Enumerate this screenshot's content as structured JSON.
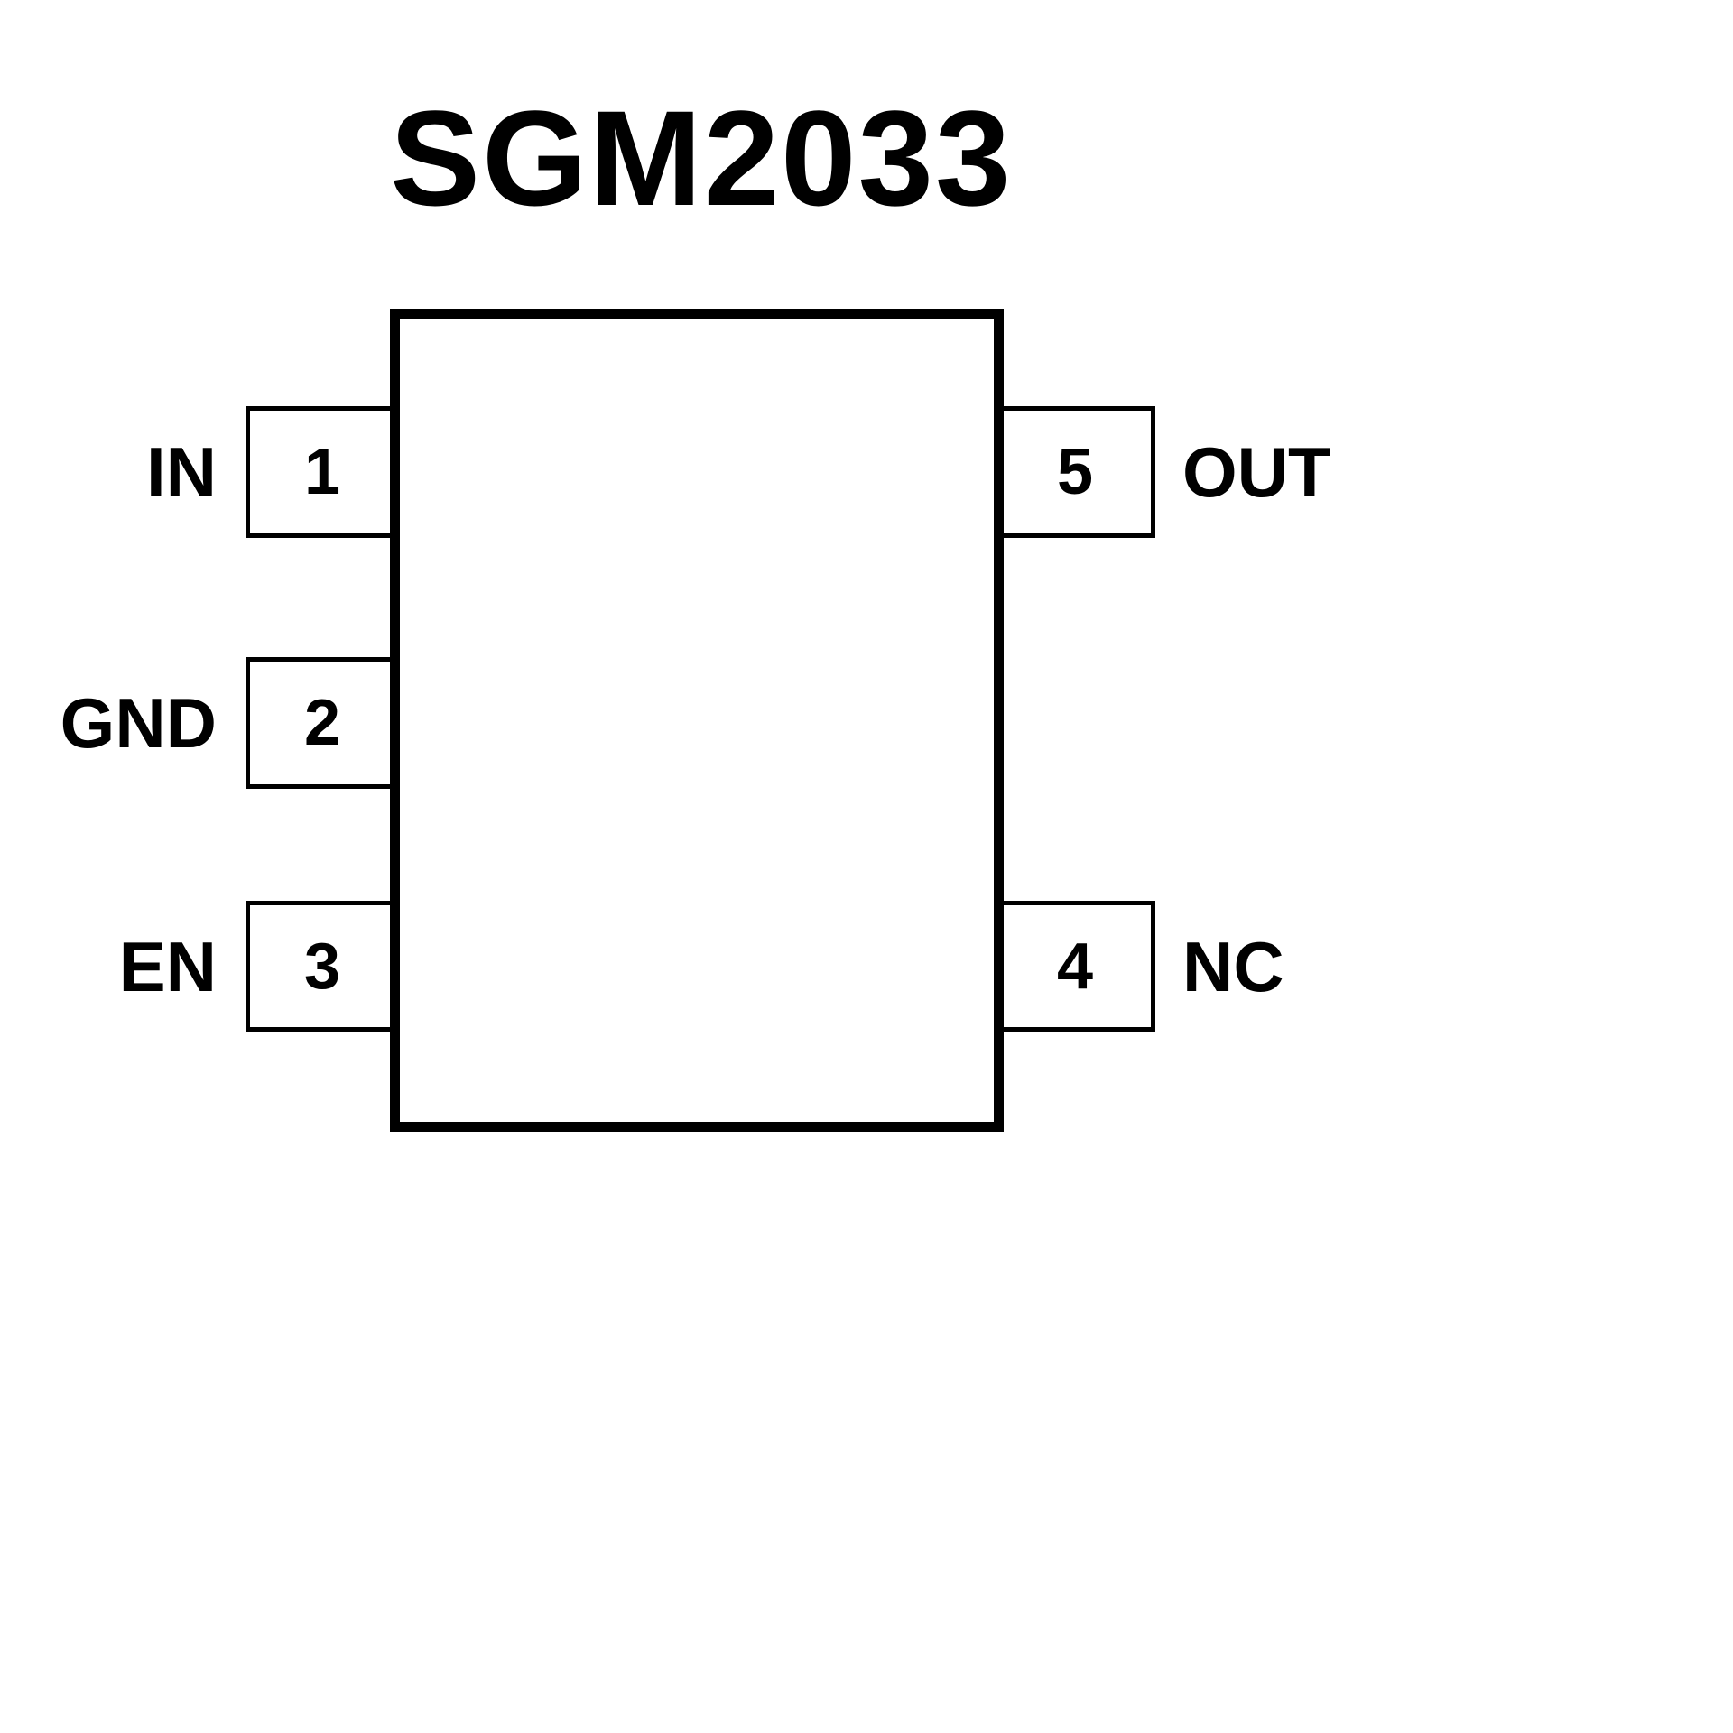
{
  "title": "SGM2033",
  "chip": {
    "pins": [
      {
        "number": "1",
        "label": "IN",
        "side": "left",
        "row": "top"
      },
      {
        "number": "2",
        "label": "GND",
        "side": "left",
        "row": "middle"
      },
      {
        "number": "3",
        "label": "EN",
        "side": "left",
        "row": "bottom"
      },
      {
        "number": "5",
        "label": "OUT",
        "side": "right",
        "row": "top"
      },
      {
        "number": "4",
        "label": "NC",
        "side": "right",
        "row": "bottom"
      }
    ]
  }
}
